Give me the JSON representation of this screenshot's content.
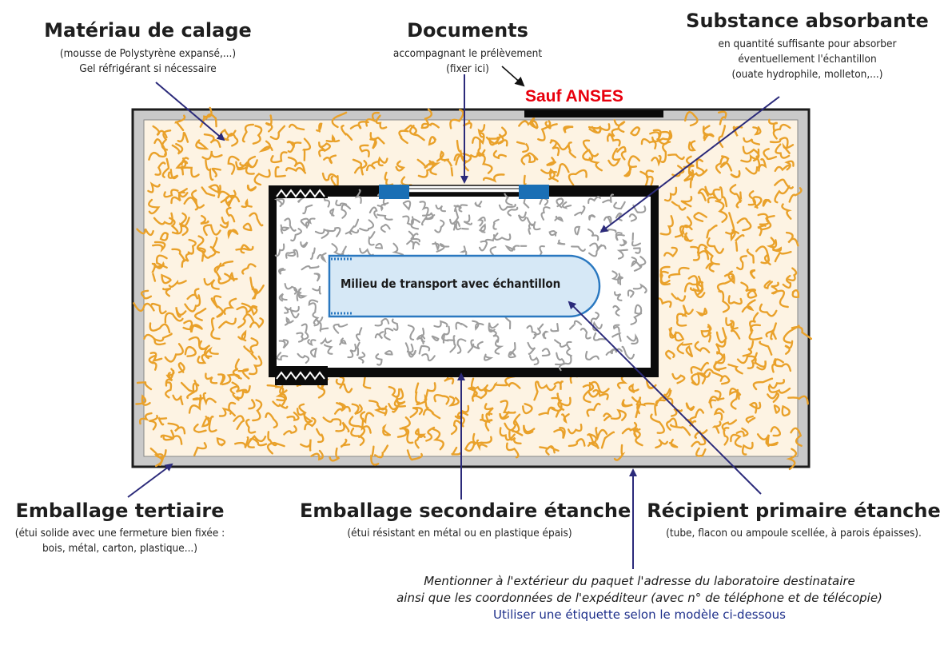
{
  "labels": {
    "calage": {
      "title": "Matériau de calage",
      "lines": [
        "(mousse de Polystyrène expansé,...)",
        "Gel réfrigérant si nécessaire"
      ]
    },
    "documents": {
      "title": "Documents",
      "lines": [
        "accompagnant le prélèvement",
        "(fixer ici)"
      ]
    },
    "absorbante": {
      "title": "Substance absorbante",
      "lines": [
        "en quantité suffisante pour absorber",
        "éventuellement l'échantillon",
        "(ouate hydrophile, molleton,...)"
      ]
    },
    "sauf": "Sauf ANSES",
    "tube": "Milieu de transport avec échantillon",
    "tertiaire": {
      "title": "Emballage tertiaire",
      "lines": [
        "(étui solide avec une fermeture bien fixée :",
        "bois, métal, carton, plastique...)"
      ]
    },
    "secondaire": {
      "title": "Emballage secondaire étanche",
      "lines": [
        "(étui résistant en métal ou en plastique épais)"
      ]
    },
    "primaire": {
      "title": "Récipient primaire étanche",
      "lines": [
        "(tube, flacon ou ampoule scellée, à parois épaisses)."
      ]
    },
    "bottom": {
      "line1": "Mentionner à l'extérieur du paquet l'adresse du laboratoire destinataire",
      "line2": "ainsi que les coordonnées de l'expéditeur (avec n° de téléphone et de télécopie)",
      "line3": "Utiliser une étiquette selon le modèle ci-dessous"
    }
  },
  "colors": {
    "orange_fill": "#e9a12a",
    "cream": "#fdf3e3",
    "gray_frame": "#c9c9c9",
    "inner_bg": "#ffffff",
    "gray_fill": "#9d9d9d",
    "blue_clip": "#1a6fb5",
    "tube_fill": "#d6e8f6",
    "tube_stroke": "#2a78c0",
    "arrow": "#2b2a7a",
    "red": "#e8000d"
  }
}
